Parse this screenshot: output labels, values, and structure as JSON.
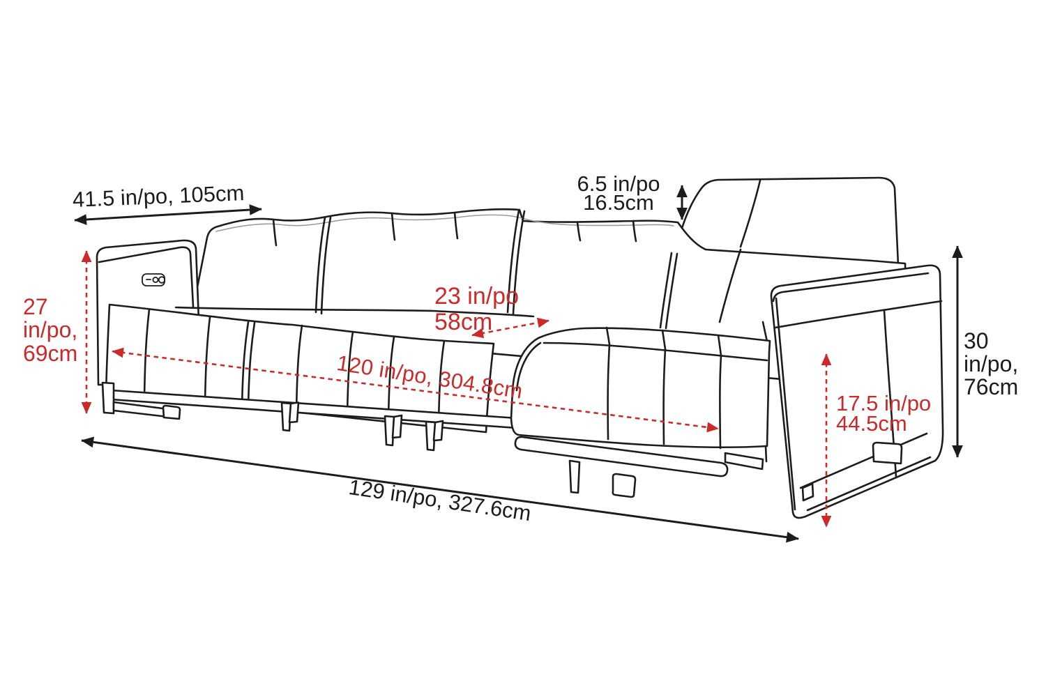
{
  "diagram": {
    "type": "furniture-dimension-diagram",
    "subject": "4-seat power reclining sofa line drawing with dimension arrows",
    "colors": {
      "line": "#1c1c1c",
      "red": "#cc2a28",
      "gray": "#9a9a9a",
      "background": "#ffffff"
    },
    "labels": {
      "depth": "41.5 in/po, 105cm",
      "headrest_height": [
        "6.5 in/po",
        "16.5cm"
      ],
      "arm_height": [
        "27",
        "in/po,",
        "69cm"
      ],
      "seat_depth": [
        "23 in/po",
        "58cm"
      ],
      "seat_width": "120 in/po, 304.8cm",
      "overall_width": "129 in/po, 327.6cm",
      "seat_height": [
        "17.5 in/po",
        "44.5cm"
      ],
      "overall_height": [
        "30",
        "in/po,",
        "76cm"
      ]
    }
  }
}
